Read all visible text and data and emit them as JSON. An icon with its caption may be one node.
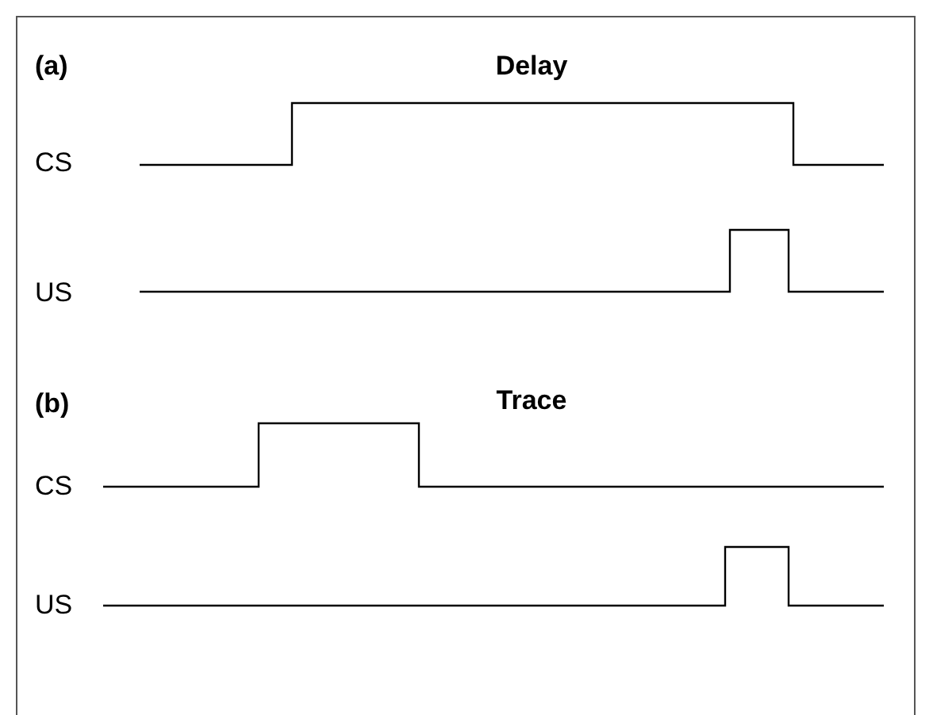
{
  "diagram": {
    "labels": [
      "(a)",
      "Delay",
      "CS",
      "US",
      "(b)",
      "Trace",
      "CS",
      "US"
    ]
  }
}
